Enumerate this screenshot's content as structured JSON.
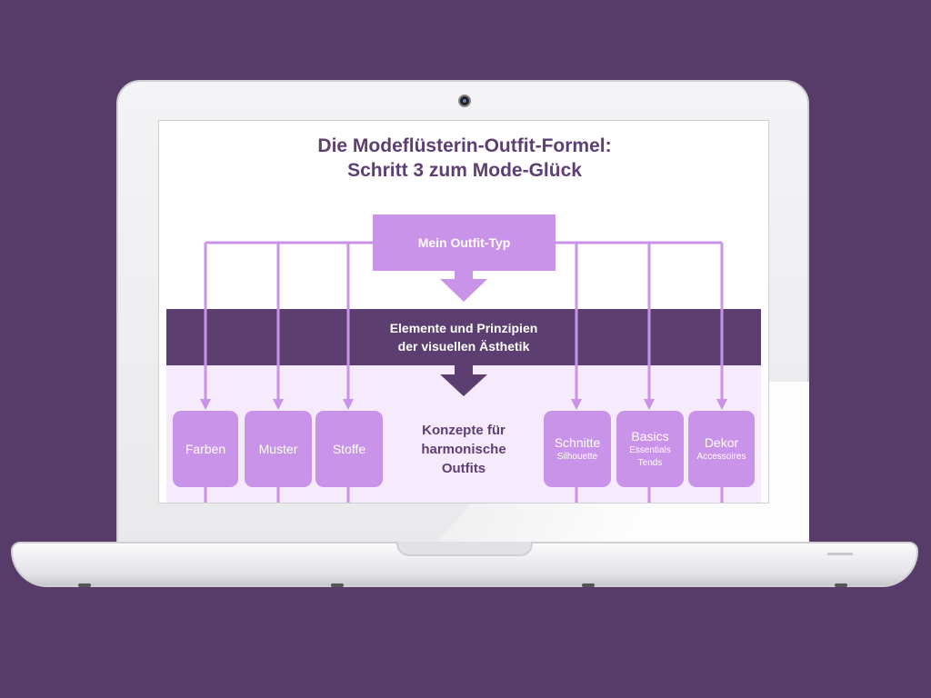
{
  "slide": {
    "title_line1": "Die Modeflüsterin-Outfit-Formel:",
    "title_line2": "Schritt 3 zum Mode-Glück",
    "top_box": "Mein Outfit-Typ",
    "band_line1": "Elemente und Prinzipien",
    "band_line2": "der visuellen Ästhetik",
    "center_line1": "Konzepte für",
    "center_line2": "harmonische",
    "center_line3": "Outfits",
    "left_cards": [
      {
        "label": "Farben"
      },
      {
        "label": "Muster"
      },
      {
        "label": "Stoffe"
      }
    ],
    "right_cards": [
      {
        "label": "Schnitte",
        "sub1": "Silhouette"
      },
      {
        "label": "Basics",
        "sub1": "Essentials",
        "sub2": "Tends"
      },
      {
        "label": "Dekor",
        "sub1": "Accessoires"
      }
    ]
  },
  "colors": {
    "background": "#573b69",
    "accent_light": "#c993ea",
    "accent_dark": "#5c3f70",
    "band_light": "#f6eafd",
    "title_text": "#5e3f73"
  }
}
